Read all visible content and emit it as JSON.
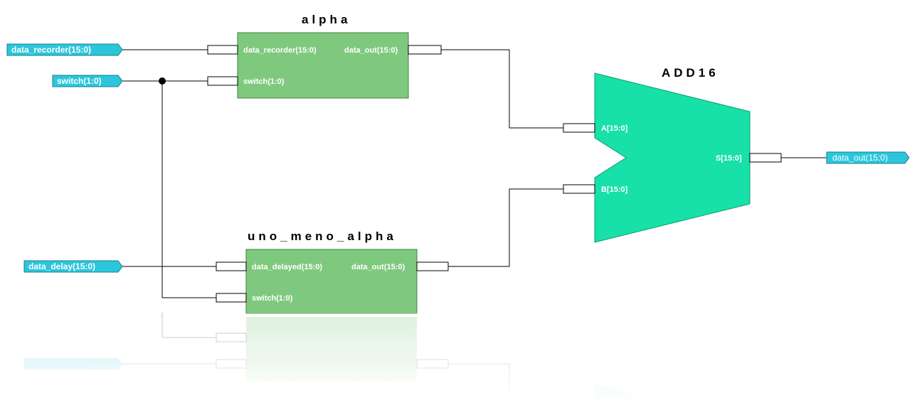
{
  "inputs": {
    "data_recorder": "data_recorder(15:0)",
    "switch": "switch(1:0)",
    "data_delay": "data_delay(15:0)"
  },
  "outputs": {
    "data_out": "data_out(15:0)"
  },
  "blocks": {
    "alpha": {
      "title": "alpha",
      "pins": {
        "data_recorder": "data_recorder(15:0)",
        "data_out": "data_out(15:0)",
        "switch": "switch(1:0)"
      }
    },
    "uno_meno_alpha": {
      "title": "uno_meno_alpha",
      "pins": {
        "data_delayed": "data_delayed(15:0)",
        "data_out": "data_out(15:0)",
        "switch": "switch(1:0)"
      }
    },
    "add16": {
      "title": "ADD16",
      "pins": {
        "a": "A[15:0]",
        "b": "B[15:0]",
        "s": "S[15:0]"
      }
    }
  },
  "colors": {
    "port_fill": "#2bc6dc",
    "block_fill": "#7fc97f",
    "adder_fill": "#17e0a8",
    "wire": "#000000"
  }
}
